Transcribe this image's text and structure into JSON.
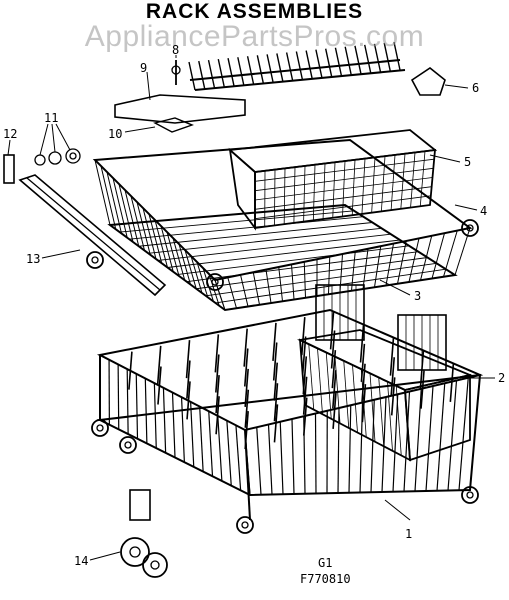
{
  "diagram": {
    "title": "RACK ASSEMBLIES",
    "watermark": "AppliancePartsPros.com",
    "callouts": [
      "1",
      "2",
      "3",
      "4",
      "5",
      "6",
      "8",
      "9",
      "10",
      "11",
      "12",
      "13",
      "14"
    ],
    "figure_code_line1": "G1",
    "figure_code_line2": "F770810"
  },
  "colors": {
    "ink": "#000000",
    "watermark": "#969696"
  }
}
